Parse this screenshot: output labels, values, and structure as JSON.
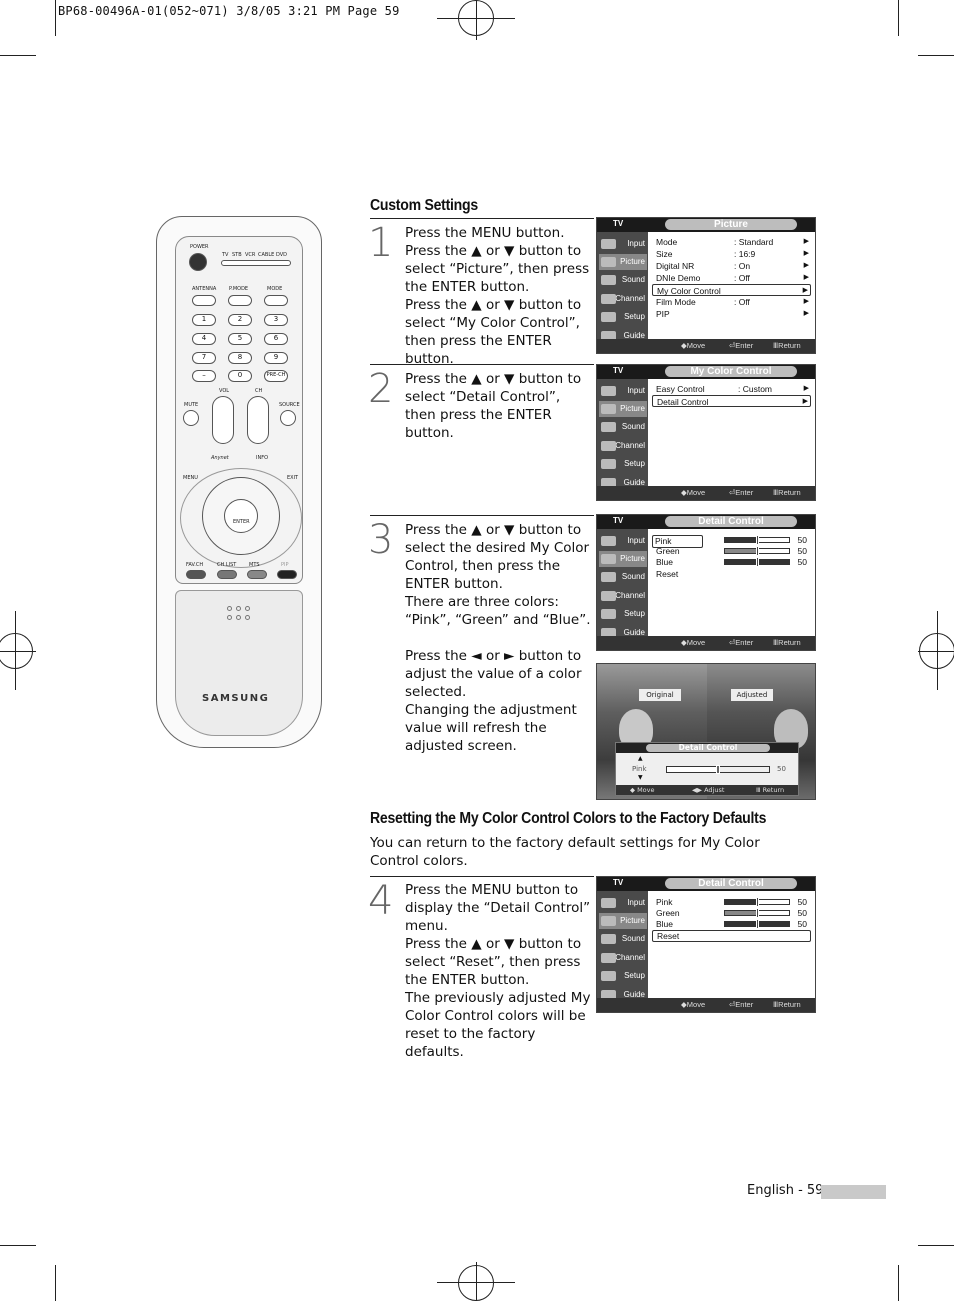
{
  "header": {
    "slug": "BP68-00496A-01(052~071)  3/8/05  3:21 PM  Page 59"
  },
  "remote": {
    "power": "POWER",
    "modes": [
      "TV",
      "STB",
      "VCR",
      "CABLE",
      "DVD"
    ],
    "antenna": "ANTENNA",
    "pmode": "P.MODE",
    "mode": "MODE",
    "digits": [
      "1",
      "2",
      "3",
      "4",
      "5",
      "6",
      "7",
      "8",
      "9",
      "–",
      "0"
    ],
    "prech": "PRE-CH",
    "mute": "MUTE",
    "vol": "VOL",
    "ch": "CH",
    "source": "SOURCE",
    "menu": "MENU",
    "exit": "EXIT",
    "info": "INFO",
    "enter": "ENTER",
    "favch": "FAV.CH",
    "chlist": "CH LIST",
    "mts": "MTS",
    "pip": "PIP",
    "brand": "SAMSUNG"
  },
  "section1": {
    "heading": "Custom Settings",
    "step1": {
      "num": "1",
      "lines": [
        "Press the MENU button.",
        "Press the ▲ or ▼ button to select “Picture”, then press the ENTER button.",
        "Press the ▲ or ▼ button to select “My Color Control”, then press the ENTER button."
      ]
    },
    "step2": {
      "num": "2",
      "lines": [
        "Press the ▲ or ▼ button to select “Detail Control”, then press the ENTER button."
      ]
    },
    "step3": {
      "num": "3",
      "lines": [
        "Press the ▲ or ▼ button to select the desired My Color Control, then press the ENTER button.",
        "There are three colors: “Pink”, “Green” and “Blue”.",
        "Press the ◄ or ► button to adjust the value of a color selected.",
        "Changing the adjustment value will refresh the adjusted screen."
      ]
    }
  },
  "section2": {
    "heading": "Resetting the My Color Control Colors to the Factory Defaults",
    "intro": "You can return to the factory default settings for My Color Control colors.",
    "step4": {
      "num": "4",
      "lines": [
        "Press the MENU button to display the “Detail Control” menu.",
        "Press the ▲ or ▼ button to select “Reset”, then press the ENTER button.",
        "The previously adjusted My Color Control colors will be reset to the factory defaults."
      ]
    }
  },
  "osd": {
    "tv": "TV",
    "tabs": [
      "Input",
      "Picture",
      "Sound",
      "Channel",
      "Setup",
      "Guide"
    ],
    "footer": {
      "move": "Move",
      "enter": "Enter",
      "return": "Return",
      "adjust": "Adjust"
    },
    "picture": {
      "title": "Picture",
      "rows": [
        {
          "label": "Mode",
          "value": ": Standard"
        },
        {
          "label": "Size",
          "value": ": 16:9"
        },
        {
          "label": "Digital NR",
          "value": ": On"
        },
        {
          "label": "DNIe Demo",
          "value": ": Off"
        },
        {
          "label": "My Color Control",
          "value": ""
        },
        {
          "label": "Film Mode",
          "value": ": Off"
        },
        {
          "label": "PIP",
          "value": ""
        }
      ]
    },
    "mycolor": {
      "title": "My Color Control",
      "rows": [
        {
          "label": "Easy Control",
          "value": ": Custom"
        },
        {
          "label": "Detail Control",
          "value": ""
        }
      ]
    },
    "detail": {
      "title": "Detail Control",
      "rows": [
        {
          "label": "Pink",
          "value": "50"
        },
        {
          "label": "Green",
          "value": "50"
        },
        {
          "label": "Blue",
          "value": "50"
        },
        {
          "label": "Reset",
          "value": ""
        }
      ]
    },
    "photo": {
      "original": "Original",
      "adjusted": "Adjusted",
      "panel_title": "Detail Control",
      "label": "Pink",
      "value": "50"
    }
  },
  "footer": {
    "page": "English - 59"
  }
}
